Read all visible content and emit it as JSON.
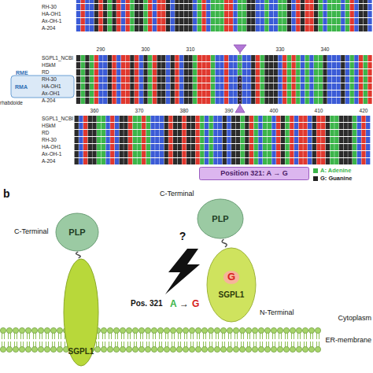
{
  "diagram": {
    "nodes": [
      {
        "text": [
          "Position 321: A → G"
        ]
      },
      {
        "text": [
          "PLP"
        ]
      },
      {
        "text": [
          "SGPL1"
        ]
      },
      {
        "text": [
          "PLP"
        ]
      },
      {
        "text": [
          "G",
          "SGPL1"
        ]
      }
    ],
    "edges": [
      {
        "from": 1,
        "to": 2,
        "arrow": "none"
      },
      {
        "from": 3,
        "to": 4,
        "arrow": "none"
      }
    ],
    "labels": [
      "RH-30",
      "HA-OH1",
      "Ax-OH-1",
      "A-204",
      "290",
      "300",
      "310",
      "330",
      "340",
      "SGPL1_NCBI",
      "HSkM",
      "RD",
      "RH-30",
      "HA-OH1",
      "Ax-OH1",
      "A-204",
      "RME",
      "RMA",
      "rhabdoide",
      "360",
      "370",
      "380",
      "390",
      "400",
      "410",
      "420",
      "SGPL1_NCBI",
      "HSkM",
      "RD",
      "RH-30",
      "HA-OH1",
      "Ax-OH-1",
      "A-204",
      "b",
      "C-Terminal",
      "C-Terminal",
      "?",
      "Pos. 321",
      "A",
      "→",
      "G",
      "N-Terminal",
      "Cytoplasm",
      "ER-membrane"
    ],
    "legend": [
      {
        "text": "A: Adenine",
        "color": "#3cb54a"
      },
      {
        "text": "G: Guanine",
        "color": "#222222"
      }
    ]
  }
}
